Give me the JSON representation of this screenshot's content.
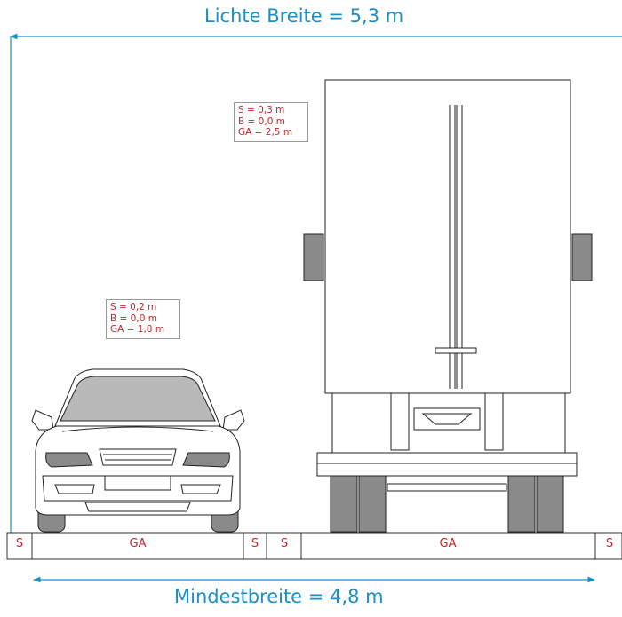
{
  "dimensions": {
    "lichte_breite": "Lichte Breite = 5,3 m",
    "mindestbreite": "Mindestbreite = 4,8 m"
  },
  "truck_box": {
    "line1": "S = 0,3 m",
    "line2": "B = 0,0 m",
    "line3": "GA = 2,5 m"
  },
  "car_box": {
    "line1": "S = 0,2 m",
    "line2": "B = 0,0 m",
    "line3": "GA = 1,8 m"
  },
  "segments": {
    "s_left": "S",
    "ga_car": "GA",
    "s_car_right": "S",
    "s_truck_left": "S",
    "ga_truck": "GA",
    "s_right": "S"
  },
  "colors": {
    "dimension": "#1a8fc6",
    "label": "#c0272d",
    "road": "#333333",
    "vehicle_outline": "#222222",
    "tire": "#8a8a8a",
    "glass": "#b9b9b9"
  }
}
